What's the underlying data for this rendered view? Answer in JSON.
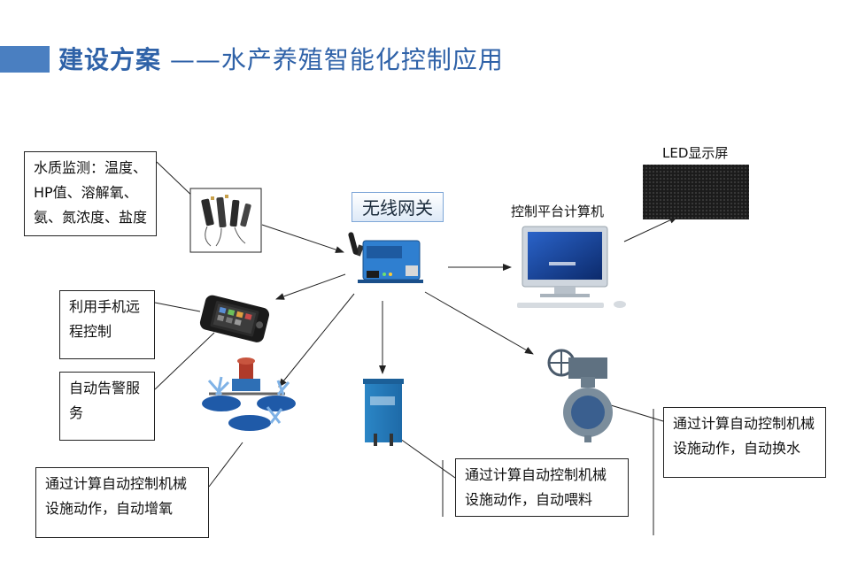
{
  "slide": {
    "title_strong": "建设方案",
    "title_rest": " ——水产养殖智能化控制应用"
  },
  "boxes": {
    "water_quality": [
      "水质监测：温度、",
      "HP值、溶解氧、",
      "氨、氮浓度、盐度"
    ],
    "mobile_control": [
      "利用手机远",
      "程控制"
    ],
    "alarm": [
      "自动告警服",
      "务"
    ],
    "oxygen": [
      "通过计算自动控制机械",
      "设施动作，自动增氧"
    ],
    "feeding": [
      "通过计算自动控制机械",
      "设施动作，自动喂料"
    ],
    "water_change": [
      "通过计算自动控制机械",
      "设施动作，自动换水"
    ]
  },
  "labels": {
    "gateway": "无线网关",
    "computer": "控制平台计算机",
    "led": "LED显示屏"
  },
  "icons": {
    "sensor": "water-quality-sensor-icon",
    "gateway": "wireless-gateway-icon",
    "phone": "mobile-phone-icon",
    "aerator": "aerator-icon",
    "feeder": "feeder-box-icon",
    "valve": "butterfly-valve-icon",
    "computer": "computer-monitor-icon",
    "led": "led-display-icon"
  }
}
